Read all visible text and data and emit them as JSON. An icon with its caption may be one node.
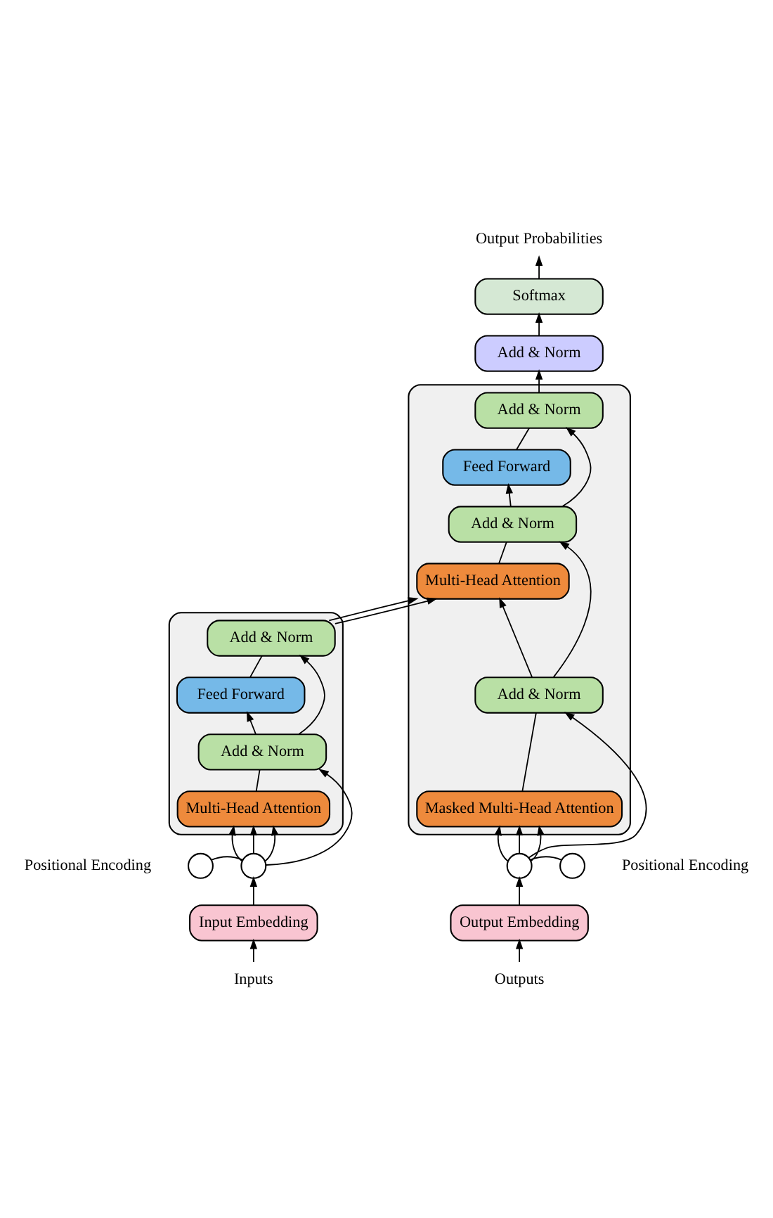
{
  "diagram": {
    "nodes": [
      {
        "text": [
          "Inputs"
        ]
      },
      {
        "text": [
          "Input Embedding"
        ]
      },
      {
        "text": [],
        "shape": "circle"
      },
      {
        "text": [],
        "shape": "circle",
        "beside": [
          "Positional Encoding"
        ]
      },
      {
        "text": [],
        "shape": "box"
      },
      {
        "text": [
          "Multi-Head Attention"
        ],
        "in": 4
      },
      {
        "text": [
          "Add & Norm"
        ],
        "in": 4
      },
      {
        "text": [
          "Feed Forward"
        ],
        "in": 4
      },
      {
        "text": [
          "Add & Norm"
        ],
        "in": 4
      },
      {
        "text": [
          "Outputs"
        ]
      },
      {
        "text": [
          "Output Embedding"
        ]
      },
      {
        "text": [],
        "shape": "circle"
      },
      {
        "text": [],
        "shape": "circle",
        "beside": [
          "Positional Encoding"
        ]
      },
      {
        "text": [],
        "shape": "box"
      },
      {
        "text": [
          "Masked Multi-Head Attention"
        ],
        "in": 13
      },
      {
        "text": [
          "Add & Norm"
        ],
        "in": 13
      },
      {
        "text": [
          "Multi-Head Attention"
        ],
        "in": 13
      },
      {
        "text": [
          "Add & Norm"
        ],
        "in": 13
      },
      {
        "text": [
          "Feed Forward"
        ],
        "in": 13
      },
      {
        "text": [
          "Add & Norm"
        ],
        "in": 13
      },
      {
        "text": [
          "Add & Norm"
        ]
      },
      {
        "text": [
          "Softmax"
        ]
      },
      {
        "text": [
          "Output Probabilities"
        ]
      }
    ],
    "edges": [
      {
        "from": 0,
        "to": 1,
        "arrow": "to"
      },
      {
        "from": 1,
        "to": 2,
        "arrow": "to"
      },
      {
        "from": 3,
        "to": 2,
        "arrow": "none"
      },
      {
        "from": 2,
        "to": 5,
        "arrow": "to"
      },
      {
        "from": 2,
        "to": 5,
        "arrow": "to"
      },
      {
        "from": 2,
        "to": 5,
        "arrow": "to"
      },
      {
        "from": 2,
        "to": 6,
        "arrow": "to"
      },
      {
        "from": 5,
        "to": 6,
        "arrow": "none"
      },
      {
        "from": 6,
        "to": 7,
        "arrow": "to"
      },
      {
        "from": 6,
        "to": 8,
        "arrow": "to"
      },
      {
        "from": 7,
        "to": 8,
        "arrow": "none"
      },
      {
        "from": 9,
        "to": 10,
        "arrow": "to"
      },
      {
        "from": 10,
        "to": 11,
        "arrow": "to"
      },
      {
        "from": 12,
        "to": 11,
        "arrow": "none"
      },
      {
        "from": 11,
        "to": 14,
        "arrow": "to"
      },
      {
        "from": 11,
        "to": 14,
        "arrow": "to"
      },
      {
        "from": 11,
        "to": 14,
        "arrow": "to"
      },
      {
        "from": 11,
        "to": 15,
        "arrow": "to"
      },
      {
        "from": 14,
        "to": 15,
        "arrow": "none"
      },
      {
        "from": 8,
        "to": 16,
        "arrow": "to"
      },
      {
        "from": 8,
        "to": 16,
        "arrow": "to"
      },
      {
        "from": 15,
        "to": 16,
        "arrow": "to"
      },
      {
        "from": 15,
        "to": 17,
        "arrow": "to"
      },
      {
        "from": 16,
        "to": 17,
        "arrow": "none"
      },
      {
        "from": 17,
        "to": 18,
        "arrow": "to"
      },
      {
        "from": 17,
        "to": 19,
        "arrow": "to"
      },
      {
        "from": 18,
        "to": 19,
        "arrow": "none"
      },
      {
        "from": 19,
        "to": 20,
        "arrow": "to"
      },
      {
        "from": 20,
        "to": 21,
        "arrow": "to"
      },
      {
        "from": 21,
        "to": 22,
        "arrow": "to"
      }
    ]
  }
}
